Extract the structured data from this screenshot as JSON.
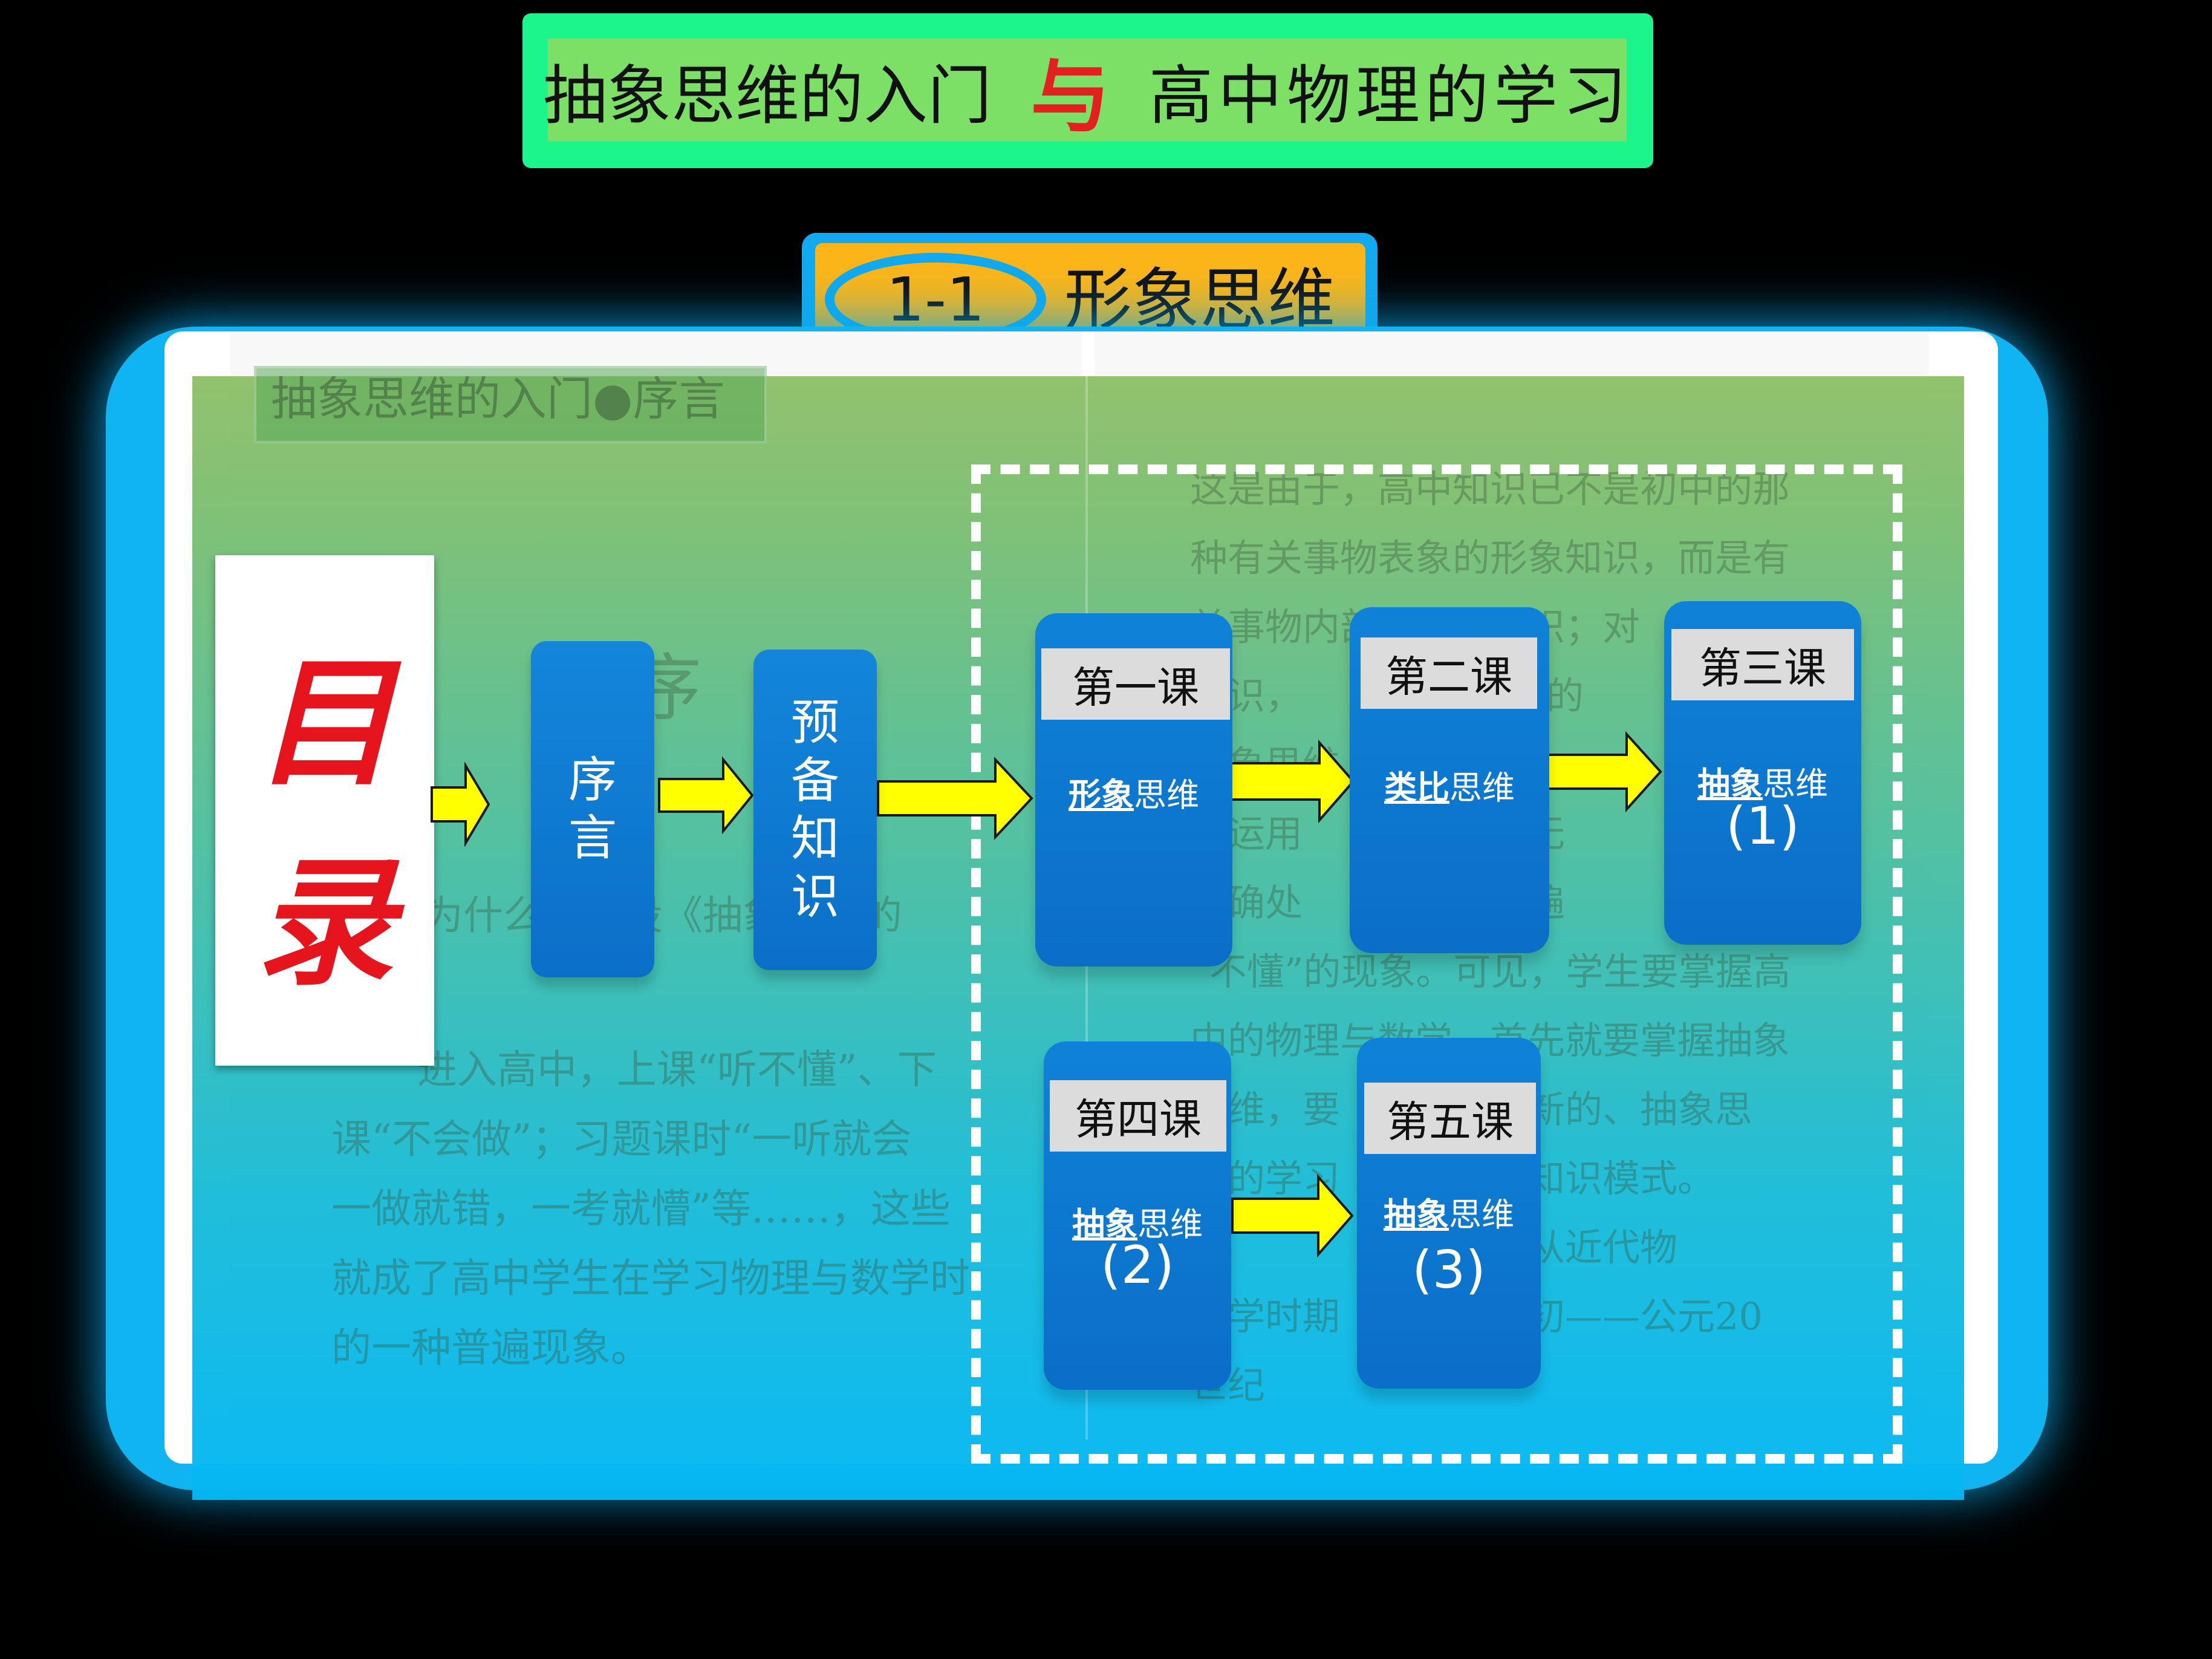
{
  "title": {
    "left": "抽象思维的入门",
    "connector": "与",
    "right": "高中物理的学习"
  },
  "section": {
    "number": "1-1",
    "label": "形象思维"
  },
  "book": {
    "heading": "抽象思维的入门●序言",
    "big_char": "序",
    "left_lines": [
      "为什么要开设《抽象思维的",
      "进入高中，上课“听不懂”、下",
      "课“不会做”；习题课时“一听就会",
      "一做就错，一考就懵”等……，这些",
      "就成了高中学生在学习物理与数学时",
      "的一种普遍现象。"
    ],
    "right_lines": [
      "这是由于，高中知识已不是初中的那",
      "种有关事物表象的形象知识，而是有",
      "关事物内部的抽象知识；对",
      "知识，　　　　　原有的",
      "形象思维　　　　学生",
      "在运用　　　　都已无",
      "正确处　　　　会普遍",
      "“不懂”的现象。可见，学生要掌握高",
      "中的物理与数学，首先就要掌握抽象",
      "思维，要　　　种全新的、抽象思",
      "维的学习　　　运用知识模式。",
      "对　　　　　即使是从近代物",
      "理学时期　　　世纪初——公元20",
      "世纪"
    ]
  },
  "mulu": {
    "char1": "目",
    "char2": "录"
  },
  "flow": {
    "preface_chars": [
      "序",
      "言"
    ],
    "prep_chars": [
      "预",
      "备",
      "知",
      "识"
    ]
  },
  "lessons": [
    {
      "head": "第一课",
      "sub_bold": "形象",
      "sub_rest": "思维",
      "num": ""
    },
    {
      "head": "第二课",
      "sub_bold": "类比",
      "sub_rest": "思维",
      "num": ""
    },
    {
      "head": "第三课",
      "sub_bold": "抽象",
      "sub_rest": "思维",
      "num": "(1)"
    },
    {
      "head": "第四课",
      "sub_bold": "抽象",
      "sub_rest": "思维",
      "num": "(2)"
    },
    {
      "head": "第五课",
      "sub_bold": "抽象",
      "sub_rest": "思维",
      "num": "(3)"
    }
  ],
  "colors": {
    "title_bg": "#1cf58b",
    "section_bg": "#fcb518",
    "frame": "#10b4f0",
    "block": "#0f82d8",
    "arrow": "#ffff00",
    "mulu_red": "#e6141c"
  }
}
